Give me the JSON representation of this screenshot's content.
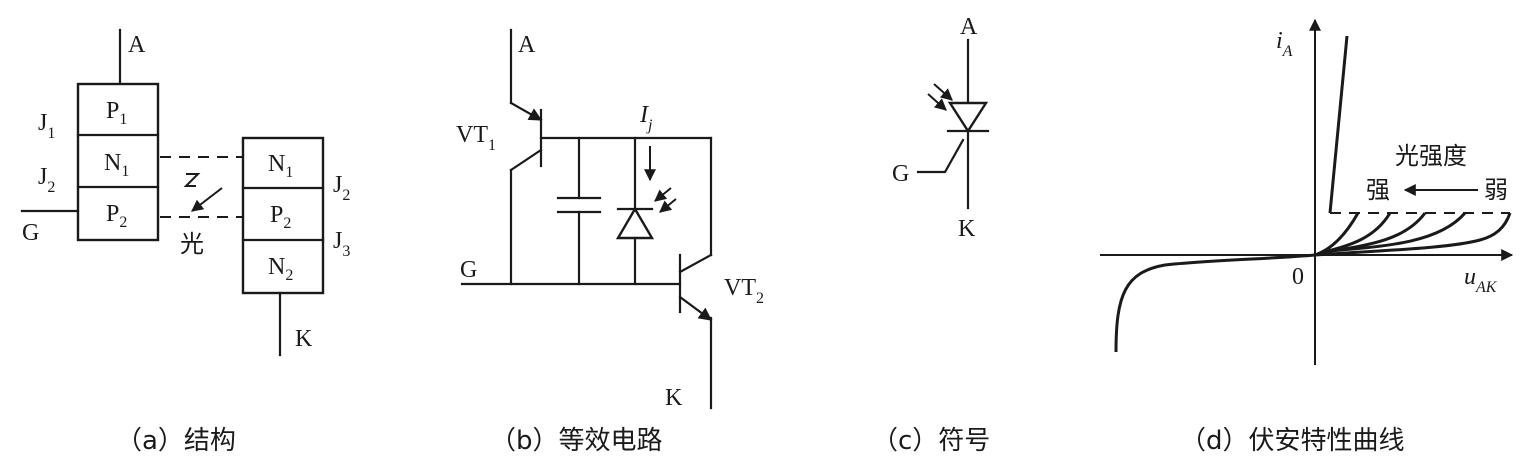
{
  "panel_a": {
    "terminal_A": "A",
    "terminal_G": "G",
    "terminal_K": "K",
    "j1": "J",
    "j1_sub": "1",
    "j2": "J",
    "j2_sub": "2",
    "j2r": "J",
    "j2r_sub": "2",
    "j3": "J",
    "j3_sub": "3",
    "p1": "P",
    "p1_sub": "1",
    "n1": "N",
    "n1_sub": "1",
    "p2": "P",
    "p2_sub": "2",
    "n1r": "N",
    "n1r_sub": "1",
    "p2r": "P",
    "p2r_sub": "2",
    "n2": "N",
    "n2_sub": "2",
    "light": "光",
    "caption": "（a）结构"
  },
  "panel_b": {
    "terminal_A": "A",
    "terminal_G": "G",
    "terminal_K": "K",
    "vt1": "VT",
    "vt1_sub": "1",
    "vt2": "VT",
    "vt2_sub": "2",
    "ij": "I",
    "ij_sub": "j",
    "caption": "（b）等效电路"
  },
  "panel_c": {
    "terminal_A": "A",
    "terminal_G": "G",
    "terminal_K": "K",
    "caption": "（c）符号"
  },
  "panel_d": {
    "y_axis": "i",
    "y_axis_sub": "A",
    "x_axis": "u",
    "x_axis_sub": "AK",
    "origin": "0",
    "intensity_label": "光强度",
    "strong": "强",
    "weak": "弱",
    "caption": "（d）伏安特性曲线"
  }
}
